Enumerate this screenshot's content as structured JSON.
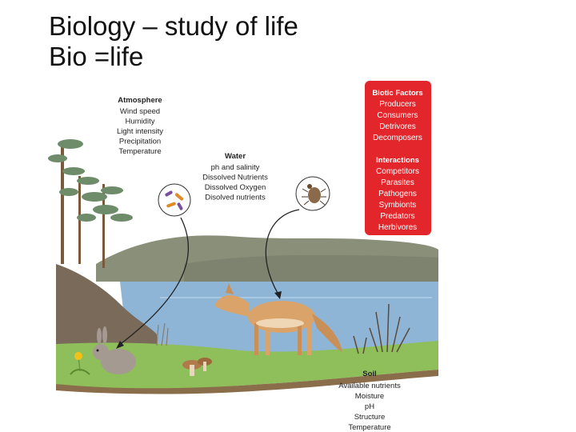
{
  "title": {
    "line1": "Biology – study of life",
    "line2": "Bio =life"
  },
  "atmosphere": {
    "heading": "Atmosphere",
    "items": [
      "Wind speed",
      "Humidity",
      "Light intensity",
      "Precipitation",
      "Temperature"
    ]
  },
  "water": {
    "heading": "Water",
    "items": [
      "ph and salinity",
      "Dissolved Nutrients",
      "Dissolved Oxygen",
      "Disolved nutrients"
    ]
  },
  "soil": {
    "heading": "Soil",
    "items": [
      "Available nutrients",
      "Moisture",
      "pH",
      "Structure",
      "Temperature"
    ]
  },
  "biotic_factors": {
    "heading": "Biotic Factors",
    "items": [
      "Producers",
      "Consumers",
      "Detrivores",
      "Decomposers"
    ]
  },
  "interactions": {
    "heading": "Interactions",
    "items": [
      "Competitors",
      "Parasites",
      "Pathogens",
      "Symbionts",
      "Predators",
      "Herbivores"
    ]
  },
  "colors": {
    "panel_red": "#e2262b",
    "water_blue": "#8fb5d6",
    "hill_gray": "#8a8f7a",
    "grass_green": "#8fbf5a",
    "coyote_tan": "#d9a36a"
  },
  "icons": [
    "bacteria-icon",
    "beetle-icon",
    "coyote-illustration",
    "rabbit-illustration",
    "mushroom-illustration",
    "pine-tree-illustration",
    "dandelion-illustration"
  ]
}
